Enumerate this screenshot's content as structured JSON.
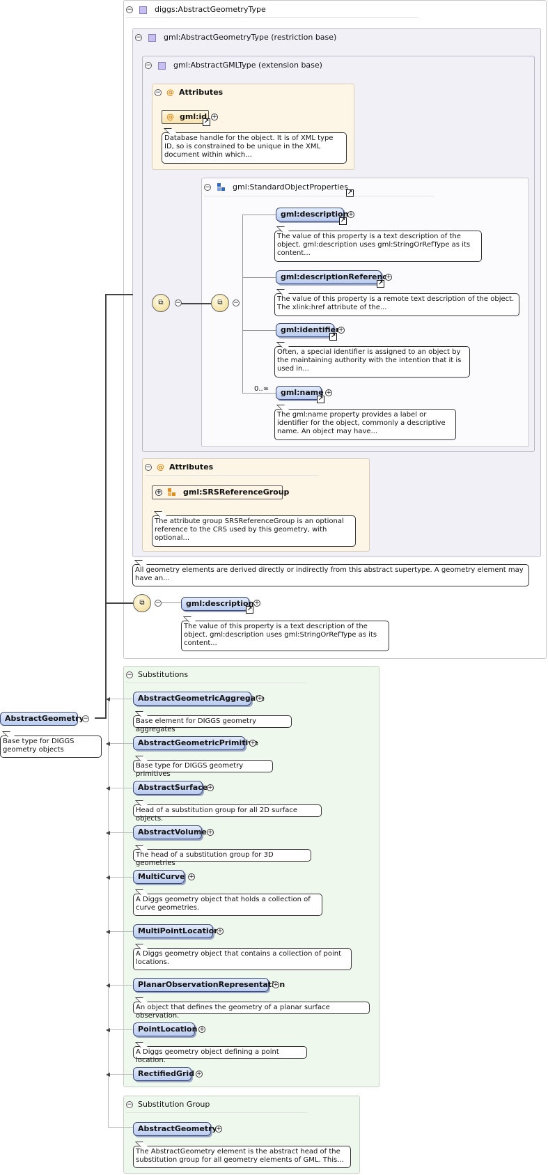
{
  "colors": {
    "attr_accent": "#e88a16",
    "element_fill": "#c6d6f4",
    "substitution_bg": "#eef8ec",
    "type_bg": "#f1f0f7"
  },
  "icons": {
    "toggle": "minus-circle",
    "expand": "plus-circle",
    "reference": "arrow-ne-box",
    "compositor": "sequence-icon"
  },
  "root": {
    "name": "AbstractGeometry",
    "doc": "Base type for DIGGS geometry objects"
  },
  "type": {
    "title": "diggs:AbstractGeometryType",
    "restriction_title": "gml:AbstractGeometryType (restriction base)",
    "extension_title": "gml:AbstractGMLType (extension base)",
    "attributes_label": "Attributes",
    "id_attr": "gml:id",
    "id_doc": "Database handle for the object. It is of XML type ID, so is constrained to be unique in the XML document within which...",
    "std_props_title": "gml:StandardObjectProperties",
    "props": [
      {
        "name": "gml:description",
        "doc": "The value of this property is a text description of the object. gml:description uses gml:StringOrRefType as its content..."
      },
      {
        "name": "gml:descriptionReference",
        "doc": "The value of this property is a remote text description of the object. The xlink:href attribute of the..."
      },
      {
        "name": "gml:identifier",
        "doc": "Often, a special identifier is assigned to an object by the maintaining authority with the intention that it is used in..."
      },
      {
        "name": "gml:name",
        "doc": "The gml:name property provides a label or identifier for the object, commonly a descriptive name. An object may have...",
        "cardinality": "0..∞"
      }
    ],
    "attributes2_label": "Attributes",
    "srs_group": "gml:SRSReferenceGroup",
    "srs_doc": "The attribute group SRSReferenceGroup is an optional reference to the CRS used by this geometry, with optional...",
    "restriction_doc": "All geometry elements are derived directly or indirectly from this abstract supertype. A geometry element may have an...",
    "seq_element": "gml:description",
    "seq_doc": "The value of this property is a text description of the object. gml:description uses gml:StringOrRefType as its content..."
  },
  "substitutions": {
    "title": "Substitutions",
    "items": [
      {
        "name": "AbstractGeometricAggregate",
        "doc": "Base element for DIGGS geometry aggregates"
      },
      {
        "name": "AbstractGeometricPrimitive",
        "doc": "Base type for DIGGS geometry primitives"
      },
      {
        "name": "AbstractSurface",
        "doc": "Head of a substitution group for all 2D surface objects."
      },
      {
        "name": "AbstractVolume",
        "doc": "The head of a substitution group for 3D geometries"
      },
      {
        "name": "MultiCurve",
        "doc": "A Diggs geometry object that holds a collection of curve geometries."
      },
      {
        "name": "MultiPointLocation",
        "doc": "A Diggs geometry object that contains a collection of point locations."
      },
      {
        "name": "PlanarObservationRepresentation",
        "doc": "An object that defines the geometry of a planar surface observation."
      },
      {
        "name": "PointLocation",
        "doc": "A Diggs geometry object defining a point location."
      },
      {
        "name": "RectifiedGrid",
        "doc": ""
      }
    ]
  },
  "substitution_group": {
    "title": "Substitution Group",
    "name": "AbstractGeometry",
    "doc": "The AbstractGeometry element is the abstract head of the substitution group for all geometry elements of GML. This..."
  }
}
